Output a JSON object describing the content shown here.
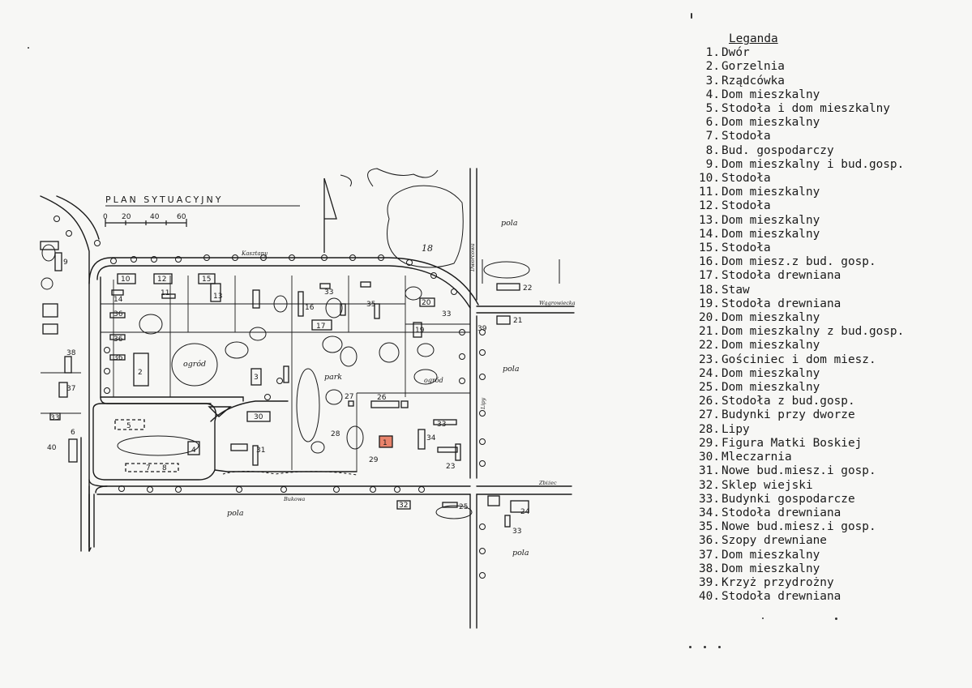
{
  "map": {
    "title": "PLAN SYTUACYJNY",
    "scale_labels": [
      "0",
      "20",
      "40",
      "60"
    ],
    "field_labels": [
      "pola",
      "pola",
      "pola",
      "pola"
    ],
    "road_labels": [
      "Kasztany",
      "Dworcowa",
      "Wągrowiecka",
      "Zbiżec",
      "Bukowa",
      "Lipy"
    ],
    "area_labels": [
      "ogród",
      "park",
      "ogród"
    ],
    "building_labels": [
      "9",
      "10",
      "12",
      "15",
      "14",
      "11",
      "16",
      "17",
      "13",
      "33",
      "35",
      "20",
      "19",
      "33",
      "36",
      "36",
      "36",
      "2",
      "3",
      "26",
      "27",
      "1",
      "28",
      "29",
      "30",
      "31",
      "34",
      "33",
      "23",
      "22",
      "21",
      "39",
      "32",
      "25",
      "24",
      "33",
      "38",
      "37",
      "33",
      "40",
      "6",
      "5",
      "4",
      "7",
      "8",
      "18"
    ]
  },
  "legend": {
    "title": "Leganda",
    "items": [
      {
        "num": "1.",
        "text": "Dwór"
      },
      {
        "num": "2.",
        "text": "Gorzelnia"
      },
      {
        "num": "3.",
        "text": "Rządcówka"
      },
      {
        "num": "4.",
        "text": "Dom mieszkalny"
      },
      {
        "num": "5.",
        "text": "Stodoła i dom mieszkalny"
      },
      {
        "num": "6.",
        "text": "Dom mieszkalny"
      },
      {
        "num": "7.",
        "text": "Stodoła"
      },
      {
        "num": "8.",
        "text": "Bud. gospodarczy"
      },
      {
        "num": "9.",
        "text": "Dom mieszkalny i bud.gosp."
      },
      {
        "num": "10.",
        "text": "Stodoła"
      },
      {
        "num": "11.",
        "text": "Dom mieszkalny"
      },
      {
        "num": "12.",
        "text": "Stodoła"
      },
      {
        "num": "13.",
        "text": "Dom mieszkalny"
      },
      {
        "num": "14.",
        "text": "Dom mieszkalny"
      },
      {
        "num": "15.",
        "text": "Stodoła"
      },
      {
        "num": "16.",
        "text": "Dom miesz.z bud. gosp."
      },
      {
        "num": "17.",
        "text": "Stodoła drewniana"
      },
      {
        "num": "18.",
        "text": "Staw"
      },
      {
        "num": "19.",
        "text": "Stodoła drewniana"
      },
      {
        "num": "20.",
        "text": "Dom mieszkalny"
      },
      {
        "num": "21.",
        "text": "Dom mieszkalny z bud.gosp."
      },
      {
        "num": "22.",
        "text": "Dom mieszkalny"
      },
      {
        "num": "23.",
        "text": "Gościniec i dom miesz."
      },
      {
        "num": "24.",
        "text": "Dom mieszkalny"
      },
      {
        "num": "25.",
        "text": "Dom mieszkalny"
      },
      {
        "num": "26.",
        "text": "Stodoła z bud.gosp."
      },
      {
        "num": "27.",
        "text": "Budynki przy dworze"
      },
      {
        "num": "28.",
        "text": "Lipy"
      },
      {
        "num": "29.",
        "text": "Figura Matki Boskiej"
      },
      {
        "num": "30.",
        "text": "Mleczarnia"
      },
      {
        "num": "31.",
        "text": "Nowe bud.miesz.i gosp."
      },
      {
        "num": "32.",
        "text": "Sklep wiejski"
      },
      {
        "num": "33.",
        "text": "Budynki gospodarcze"
      },
      {
        "num": "34.",
        "text": "Stodoła drewniana"
      },
      {
        "num": "35.",
        "text": "Nowe bud.miesz.i gosp."
      },
      {
        "num": "36.",
        "text": "Szopy drewniane"
      },
      {
        "num": "37.",
        "text": "Dom mieszkalny"
      },
      {
        "num": "38.",
        "text": "Dom mieszkalny"
      },
      {
        "num": "39.",
        "text": "Krzyż przydrożny"
      },
      {
        "num": "40.",
        "text": "Stodoła drewniana"
      }
    ]
  },
  "colors": {
    "paper": "#f7f7f5",
    "ink": "#1a1a1a",
    "manor_fill": "#e8836b"
  }
}
